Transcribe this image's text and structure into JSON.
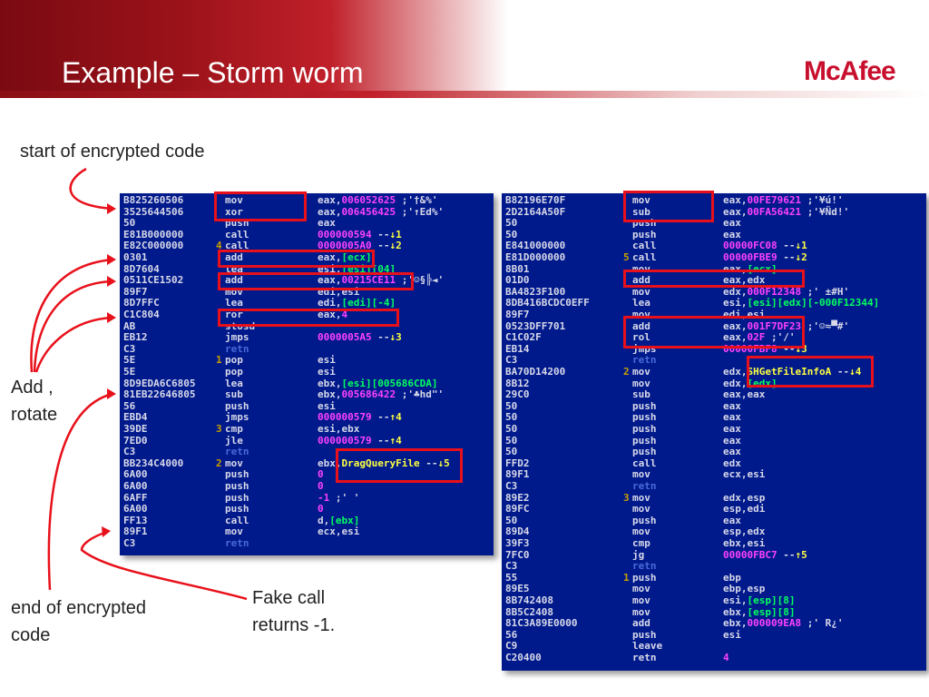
{
  "header": {
    "title": "Example – Storm worm",
    "logo": "McAfee"
  },
  "labels": {
    "start": "start of encrypted code",
    "add_rotate_1": "Add ,",
    "add_rotate_2": "rotate",
    "end_1": "end of encrypted",
    "end_2": "code",
    "fake_1": "Fake call",
    "fake_2": "returns -1."
  },
  "left_panel": [
    {
      "addr": "B825260506",
      "mn": "mov",
      "op": "eax,006052625 ;'†&%'"
    },
    {
      "addr": "3525644506",
      "mn": "xor",
      "op": "eax,006456425 ;'↑Ed%'"
    },
    {
      "addr": "50",
      "mn": "push",
      "op": "eax"
    },
    {
      "addr": "E81B000000",
      "mn": "call",
      "op": "000000594 --↓1"
    },
    {
      "addr": "E82C000000",
      "mark": "4",
      "mn": "call",
      "op": "0000005A0 --↓2"
    },
    {
      "addr": "0301",
      "mn": "add",
      "op": "eax,[ecx]"
    },
    {
      "addr": "8D7604",
      "mn": "lea",
      "op": "esi,[esi][04]"
    },
    {
      "addr": "0511CE1502",
      "mn": "add",
      "op": "eax,00215CE11 ;'☺§╠◄'"
    },
    {
      "addr": "89F7",
      "mn": "mov",
      "op": "edi,esi"
    },
    {
      "addr": "8D7FFC",
      "mn": "lea",
      "op": "edi,[edi][-4]"
    },
    {
      "addr": "C1C804",
      "mn": "ror",
      "op": "eax,4"
    },
    {
      "addr": "AB",
      "mn": "stosd",
      "op": ""
    },
    {
      "addr": "EB12",
      "mn": "jmps",
      "op": "0000005A5 --↓3"
    },
    {
      "addr": "C3",
      "mn": "retn",
      "op": ""
    },
    {
      "addr": "5E",
      "mark": "1",
      "mn": "pop",
      "op": "esi"
    },
    {
      "addr": "5E",
      "mn": "pop",
      "op": "esi"
    },
    {
      "addr": "8D9EDA6C6805",
      "mn": "lea",
      "op": "ebx,[esi][005686CDA]"
    },
    {
      "addr": "81EB22646805",
      "mn": "sub",
      "op": "ebx,005686422 ;'♣hd\"'"
    },
    {
      "addr": "56",
      "mn": "push",
      "op": "esi"
    },
    {
      "addr": "EBD4",
      "mn": "jmps",
      "op": "000000579 --↑4"
    },
    {
      "addr": "39DE",
      "mark": "3",
      "mn": "cmp",
      "op": "esi,ebx"
    },
    {
      "addr": "7ED0",
      "mn": "jle",
      "op": "000000579 --↑4"
    },
    {
      "addr": "C3",
      "mn": "retn",
      "op": ""
    },
    {
      "addr": "BB234C4000",
      "mark": "2",
      "mn": "mov",
      "op": "ebx,DragQueryFile --↓5"
    },
    {
      "addr": "6A00",
      "mn": "push",
      "op": "0"
    },
    {
      "addr": "6A00",
      "mn": "push",
      "op": "0"
    },
    {
      "addr": "6AFF",
      "mn": "push",
      "op": "-1 ;' '"
    },
    {
      "addr": "6A00",
      "mn": "push",
      "op": "0"
    },
    {
      "addr": "FF13",
      "mn": "call",
      "op": "d,[ebx]"
    },
    {
      "addr": "89F1",
      "mn": "mov",
      "op": "ecx,esi"
    },
    {
      "addr": "C3",
      "mn": "retn",
      "op": ""
    }
  ],
  "right_panel": [
    {
      "addr": "B82196E70F",
      "mn": "mov",
      "op": "eax,00FE79621 ;'¥ú!'"
    },
    {
      "addr": "2D2164A50F",
      "mn": "sub",
      "op": "eax,00FA56421 ;'¥Ñd!'"
    },
    {
      "addr": "50",
      "mn": "push",
      "op": "eax"
    },
    {
      "addr": "50",
      "mn": "push",
      "op": "eax"
    },
    {
      "addr": "E841000000",
      "mn": "call",
      "op": "00000FC08 --↓1"
    },
    {
      "addr": "E81D000000",
      "mark": "5",
      "mn": "call",
      "op": "00000FBE9 --↓2"
    },
    {
      "addr": "8B01",
      "mn": "mov",
      "op": "eax,[ecx]"
    },
    {
      "addr": "01D0",
      "mn": "add",
      "op": "eax,edx"
    },
    {
      "addr": "BA4823F100",
      "mn": "mov",
      "op": "edx,000F12348 ;' ±#H'"
    },
    {
      "addr": "8DB416BCDC0EFF",
      "mn": "lea",
      "op": "esi,[esi][edx][-000F12344]"
    },
    {
      "addr": "89F7",
      "mn": "mov",
      "op": "edi,esi"
    },
    {
      "addr": "0523DFF701",
      "mn": "add",
      "op": "eax,001F7DF23 ;'☺≈▀#'"
    },
    {
      "addr": "C1C02F",
      "mn": "rol",
      "op": "eax,02F ;'/'"
    },
    {
      "addr": "EB14",
      "mn": "jmps",
      "op": "00000FBF8 --↓3"
    },
    {
      "addr": "C3",
      "mn": "retn",
      "op": ""
    },
    {
      "addr": "BA70D14200",
      "mark": "2",
      "mn": "mov",
      "op": "edx,SHGetFileInfoA --↓4"
    },
    {
      "addr": "8B12",
      "mn": "mov",
      "op": "edx,[edx]"
    },
    {
      "addr": "29C0",
      "mn": "sub",
      "op": "eax,eax"
    },
    {
      "addr": "50",
      "mn": "push",
      "op": "eax"
    },
    {
      "addr": "50",
      "mn": "push",
      "op": "eax"
    },
    {
      "addr": "50",
      "mn": "push",
      "op": "eax"
    },
    {
      "addr": "50",
      "mn": "push",
      "op": "eax"
    },
    {
      "addr": "50",
      "mn": "push",
      "op": "eax"
    },
    {
      "addr": "FFD2",
      "mn": "call",
      "op": "edx"
    },
    {
      "addr": "89F1",
      "mn": "mov",
      "op": "ecx,esi"
    },
    {
      "addr": "C3",
      "mn": "retn",
      "op": ""
    },
    {
      "addr": "89E2",
      "mark": "3",
      "mn": "mov",
      "op": "edx,esp"
    },
    {
      "addr": "89FC",
      "mn": "mov",
      "op": "esp,edi"
    },
    {
      "addr": "50",
      "mn": "push",
      "op": "eax"
    },
    {
      "addr": "89D4",
      "mn": "mov",
      "op": "esp,edx"
    },
    {
      "addr": "39F3",
      "mn": "cmp",
      "op": "ebx,esi"
    },
    {
      "addr": "7FC0",
      "mn": "jg",
      "op": "00000FBC7 --↑5"
    },
    {
      "addr": "C3",
      "mn": "retn",
      "op": ""
    },
    {
      "addr": "55",
      "mark": "1",
      "mn": "push",
      "op": "ebp"
    },
    {
      "addr": "89E5",
      "mn": "mov",
      "op": "ebp,esp"
    },
    {
      "addr": "8B742408",
      "mn": "mov",
      "op": "esi,[esp][8]"
    },
    {
      "addr": "8B5C2408",
      "mn": "mov",
      "op": "ebx,[esp][8]"
    },
    {
      "addr": "81C3A89E0000",
      "mn": "add",
      "op": "ebx,000009EA8 ;' R¿'"
    },
    {
      "addr": "56",
      "mn": "push",
      "op": "esi"
    },
    {
      "addr": "C9",
      "mn": "leave",
      "op": ""
    },
    {
      "addr": "C20400",
      "mn": "retn",
      "op": "4"
    }
  ],
  "colors": {
    "panel_bg": "#001a8c",
    "highlight": "#e8101a",
    "header": "#9b1219"
  }
}
